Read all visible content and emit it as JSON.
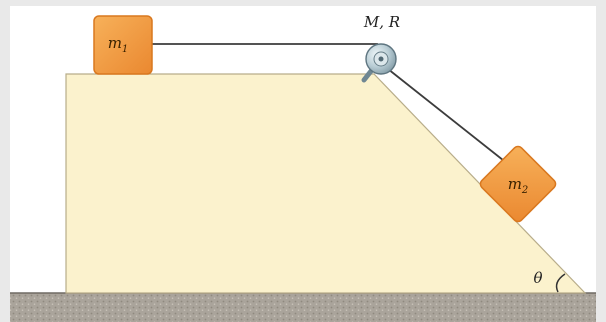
{
  "diagram": {
    "pulley_label": "M, R",
    "block1": {
      "label": "m",
      "subscript": "1"
    },
    "block2": {
      "label": "m",
      "subscript": "2"
    },
    "angle_label": "θ"
  },
  "colors": {
    "border": "#e9e9e9",
    "incline_fill": "#fbf2cd",
    "incline_stroke": "#b8ad8a",
    "block_fill": "#f29b3f",
    "block_stroke": "#d9781f",
    "rope": "#3c3c3c",
    "pulley": "#a9bfc8",
    "floor": "#a39d93"
  }
}
